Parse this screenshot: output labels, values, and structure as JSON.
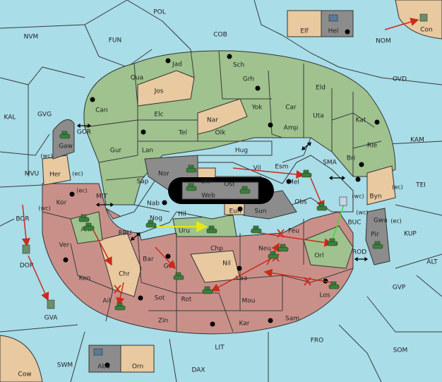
{
  "colors": {
    "sea": "#a9dde8",
    "land_green": "#9fc28e",
    "land_tan": "#e8c9a0",
    "land_red": "#c9908a",
    "land_grey": "#8c8c8c",
    "order_move": "#cc2a1a",
    "order_support": "#e6e61a",
    "order_support_green": "#3ddc3d",
    "unit_army": "#3c7d3c"
  },
  "provinces": {
    "pol": "POL",
    "fun": "FUN",
    "cob": "COB",
    "nvm": "NVM",
    "nom": "NOM",
    "con": "Con",
    "elf": "Elf",
    "hel": "Hel",
    "ovd": "OVD",
    "kal": "KAL",
    "gvg": "GVG",
    "kam": "KAM",
    "jad": "Jad",
    "sch": "Sch",
    "qua": "Qua",
    "jos": "Jos",
    "grh": "Grh",
    "eld": "Eld",
    "can": "Can",
    "yok": "Yok",
    "car": "Car",
    "uta": "Uta",
    "kat": "Kat",
    "elc": "Elc",
    "nar": "Nar",
    "amp": "Amp",
    "gor": "GOR",
    "gaw": "Gaw",
    "tel": "Tel",
    "olk": "Olk",
    "rie": "Rie",
    "gur": "Gur",
    "lan": "Lan",
    "hug": "Hug",
    "bri": "Bri",
    "sma": "SMA",
    "mvu": "MVU",
    "her": "Her",
    "vil": "Vil",
    "esm": "Esm",
    "nor": "Nor",
    "skr": "Skr",
    "tei": "TEI",
    "sap": "Sap",
    "web": "Web",
    "ost": "Ost",
    "mel": "Mel",
    "byn": "Byn",
    "mit": "MIT",
    "kor": "Kor",
    "nab": "Nab",
    "eun": "Eun",
    "sun": "Sun",
    "obs": "Obs",
    "bor": "BOR",
    "nog": "Nog",
    "hil": "Hil",
    "rbu": "RBU",
    "buc": "BUC",
    "gwa": "Gwa",
    "kup": "KUP",
    "ark": "Ark",
    "uru": "Uru",
    "feu": "Feu",
    "pir": "Pir",
    "ver": "Ver",
    "chp": "Chp",
    "neu": "Neu",
    "orl": "Orl",
    "dor": "DOR",
    "bar": "Bar",
    "rod": "ROD",
    "alt": "ALT",
    "chr": "Chr",
    "nil": "Nil",
    "gwi": "Gwi",
    "ken": "Ken",
    "kaa": "Kaa",
    "gvp": "GVP",
    "los": "Los",
    "ail": "Ail",
    "sot": "Sot",
    "rot": "Rot",
    "mou": "Mou",
    "gva": "GVA",
    "zin": "Zin",
    "kar": "Kar",
    "sam": "Sam",
    "fro": "FRO",
    "lit": "LIT",
    "som": "SOM",
    "swm": "SWM",
    "aba": "Aba",
    "orn": "Orn",
    "dax": "DAX",
    "cow": "Cow"
  },
  "coast_tags": {
    "wc1": "(wc)",
    "ec1": "(ec)",
    "ec2": "(ec)",
    "wc2": "(wc)",
    "wc3": "(wc)",
    "ec3": "(ec)",
    "wc4": "(wc)",
    "ec4": "(ec)"
  }
}
